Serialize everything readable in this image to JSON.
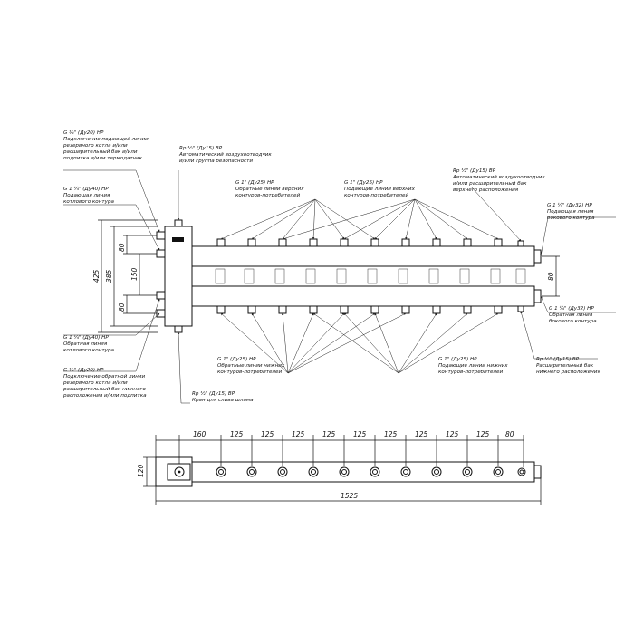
{
  "annotations": {
    "top_left_1": [
      "G ¾\" (Ду20) НР",
      "Подключение подающей линии",
      "резервного котла и/или",
      "расширительный бак и/или",
      "подпитка и/или термодатчик"
    ],
    "top_left_2": [
      "G 1 ¼\" (Ду40) НР",
      "Подающая линия",
      "котлового контура"
    ],
    "top_mid_1": [
      "Rp ½\" (Ду15) ВР",
      "Автоматический воздухоотводчик",
      "и/или группа безопасности"
    ],
    "top_mid_2": [
      "G 1\" (Ду25) НР",
      "Обратные линии верхних",
      "контуров-потребителей"
    ],
    "top_mid_3": [
      "G 1\" (Ду25) НР",
      "Подающие линии верхних",
      "контуров-потребителей"
    ],
    "top_right_1": [
      "Rp ½\" (Ду15) ВР",
      "Автоматический воздухоотводчик",
      "и/или расширительный бак",
      "верхнего расположения"
    ],
    "top_right_2": [
      "G 1 ¼\" (Ду32) НР",
      "Подающая линия",
      "бокового контура"
    ],
    "bot_left_1": [
      "G 1 ¼\" (Ду40) НР",
      "Обратная линия",
      "котлового контура"
    ],
    "bot_left_2": [
      "G ¾\" (Ду20) НР",
      "Подключение обратной линии",
      "резервного котла и/или",
      "расширительный бак нижнего",
      "расположения и/или подпитка"
    ],
    "bot_mid_1": [
      "Rp ½\" (Ду15) ВР",
      "Кран для слива шлама"
    ],
    "bot_mid_2": [
      "G 1\" (Ду25) НР",
      "Обратные линии нижних",
      "контуров-потребителей"
    ],
    "bot_mid_3": [
      "G 1\" (Ду25) НР",
      "Подающие линии нижних",
      "контуров-потребителей"
    ],
    "bot_right_1": [
      "G 1 ¼\" (Ду32) НР",
      "Обратная линия",
      "бокового контура"
    ],
    "bot_right_2": [
      "Rp ½\" (Ду15) ВР",
      "Расширительный бак",
      "нижнего расположения"
    ]
  },
  "dimensions": {
    "v_80_top": "80",
    "v_150": "150",
    "v_80_bot": "80",
    "v_385": "385",
    "v_425": "425",
    "v_80_right": "80",
    "h_160": "160",
    "h_125": "125",
    "h_80": "80",
    "h_1525": "1525",
    "v_120": "120"
  }
}
